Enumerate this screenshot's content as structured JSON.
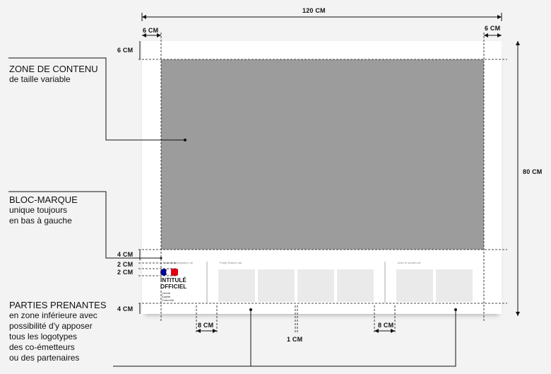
{
  "dimensions": {
    "width": "120 CM",
    "height": "80 CM",
    "margin_left": "6 CM",
    "margin_right": "6 CM",
    "margin_top": "6 CM",
    "band_top": "4 CM",
    "brand_top": "2 CM",
    "brand_gap": "2 CM",
    "band_bottom": "4 CM",
    "gap_left": "8 CM",
    "gap_center": "1 CM",
    "gap_right": "8 CM"
  },
  "callouts": {
    "zone": {
      "title": "ZONE DE CONTENU",
      "lines": [
        "de taille variable"
      ]
    },
    "bloc": {
      "title": "BLOC-MARQUE",
      "lines": [
        "unique toujours",
        "en bas à gauche"
      ]
    },
    "parties": {
      "title": "PARTIES PRENANTES",
      "lines": [
        "en zone inférieure avec",
        "possibilité d'y apposer",
        "tous les logotypes",
        "des co-émetteurs",
        "ou des partenaires"
      ]
    }
  },
  "poster": {
    "band_labels": {
      "participation": "Avec la participation de",
      "financed": "Projet financé par",
      "support": "Avec le soutien de"
    },
    "bloc_marque": {
      "name_lines": [
        "INTITULÉ",
        "OFFICIEL"
      ],
      "motto": [
        "Liberté",
        "Égalité",
        "Fraternité"
      ]
    }
  },
  "colors": {
    "content_zone": "#9c9c9c",
    "logo_slot": "#eaeaea",
    "flag_blue": "#000091",
    "flag_red": "#e1000f"
  }
}
